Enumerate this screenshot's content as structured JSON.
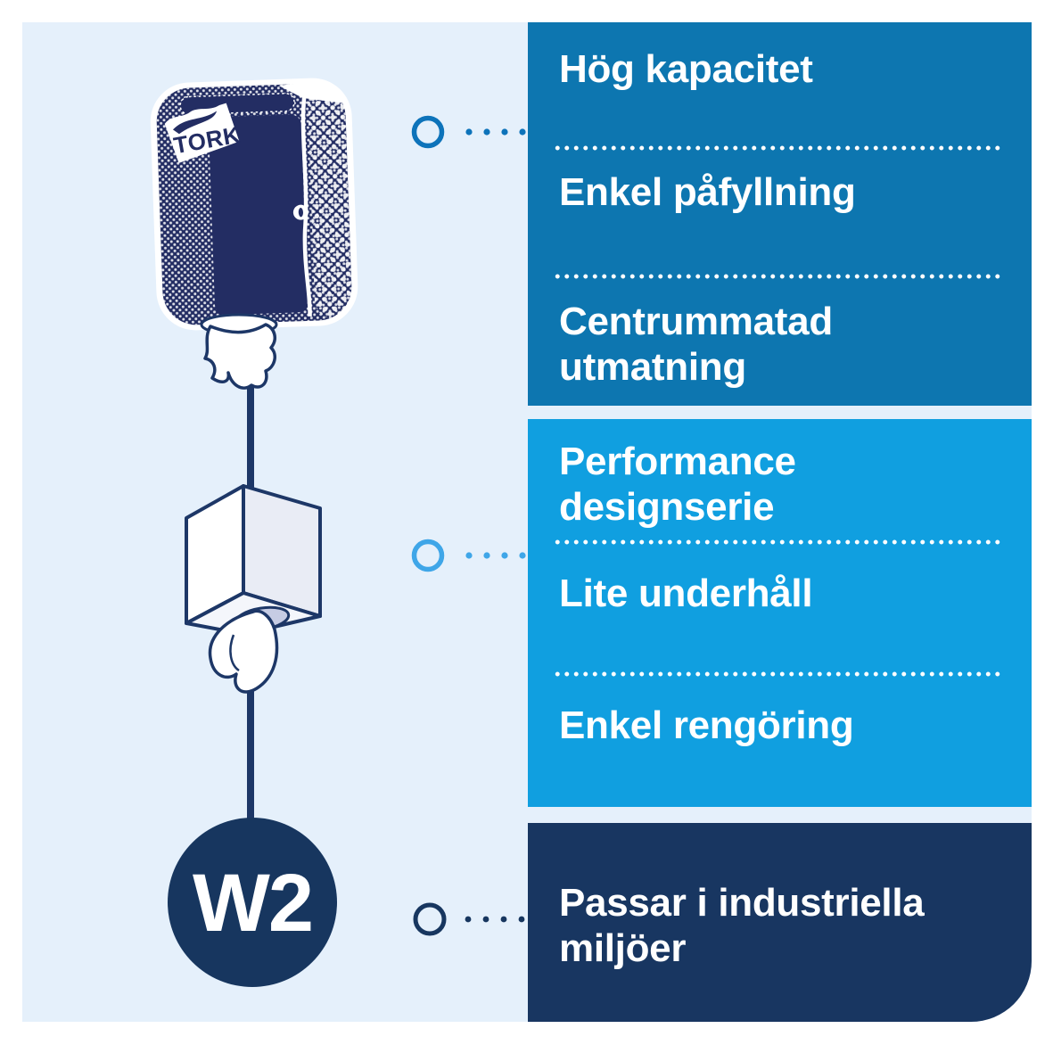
{
  "infographic": {
    "brand_logo": "TORK",
    "badge_label": "W2",
    "callouts": [
      {
        "items": [
          "Hög kapacitet",
          "Enkel påfyllning",
          "Centrummatad\nutmatning"
        ]
      },
      {
        "items": [
          "Performance\ndesignserie",
          "Lite underhåll",
          "Enkel rengöring"
        ]
      },
      {
        "items": [
          "Passar i industriella\nmiljöer"
        ]
      }
    ]
  },
  "icons": {
    "dispenser": "tork-centerfeed-dispenser-illustration",
    "roll": "centerfeed-roll-cube-illustration",
    "badge": "w2-system-badge-circle",
    "callout_rings": [
      "callout-ring-top",
      "callout-ring-middle",
      "callout-ring-bottom"
    ]
  },
  "colors": {
    "card_background": "#e5f0fb",
    "panel_top": "#0d76b0",
    "panel_middle": "#109fe0",
    "panel_bottom": "#183661",
    "badge_navy": "#17365f",
    "illustration_ink": "#1d3767",
    "dispenser_indigo": "#232d63",
    "ring_top": "#0d73ba",
    "ring_middle": "#3fa6e8",
    "text": "#ffffff"
  }
}
